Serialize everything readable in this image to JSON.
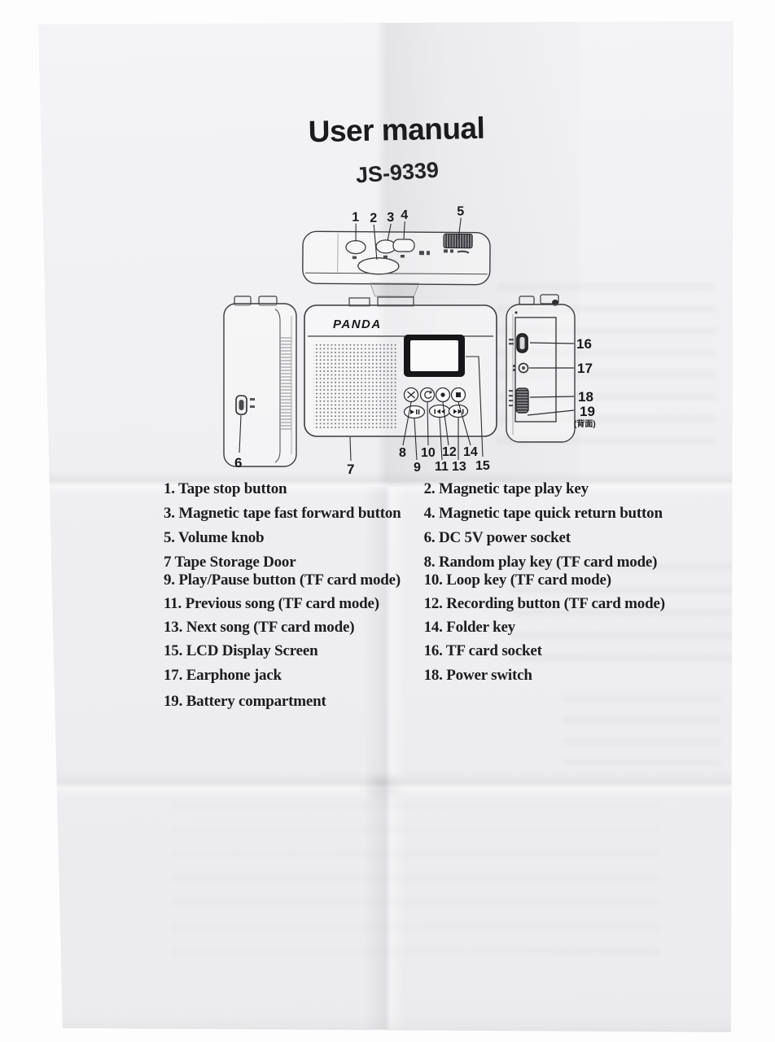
{
  "document": {
    "title": "User manual",
    "model": "JS-9339"
  },
  "device": {
    "brand": "PANDA"
  },
  "callouts": {
    "top_view": [
      "1",
      "2",
      "3",
      "4",
      "5"
    ],
    "left_view": "6",
    "front_bottom": "7",
    "front_row1": [
      "8",
      "10",
      "12",
      "14"
    ],
    "front_row2": [
      "9",
      "11",
      "13",
      "15"
    ],
    "right_view": [
      "16",
      "17",
      "18",
      "19"
    ],
    "right_view_note": "(背面)"
  },
  "parts_list": {
    "rows": [
      {
        "left": "1. Tape stop button",
        "right": "2. Magnetic tape play key"
      },
      {
        "left": "3. Magnetic tape fast forward button",
        "right": "4. Magnetic tape quick return button"
      },
      {
        "left": "5. Volume knob",
        "right": "6. DC 5V power socket"
      },
      {
        "left": "7 Tape Storage Door",
        "right": "8. Random play key (TF card mode)"
      },
      {
        "left": "9. Play/Pause button (TF card mode)",
        "right": "10. Loop key (TF card mode)"
      },
      {
        "left": "11. Previous song (TF card mode)",
        "right": "12. Recording button (TF card mode)"
      },
      {
        "left": "13. Next song (TF card mode)",
        "right": "14. Folder key"
      },
      {
        "left": "15. LCD Display Screen",
        "right": "16. TF card socket"
      },
      {
        "left": "17. Earphone jack",
        "right": "18. Power switch"
      },
      {
        "left": "19. Battery compartment",
        "right": ""
      }
    ]
  },
  "colors": {
    "ink": "#1c1c1e",
    "paper": "#f0f0f2"
  }
}
